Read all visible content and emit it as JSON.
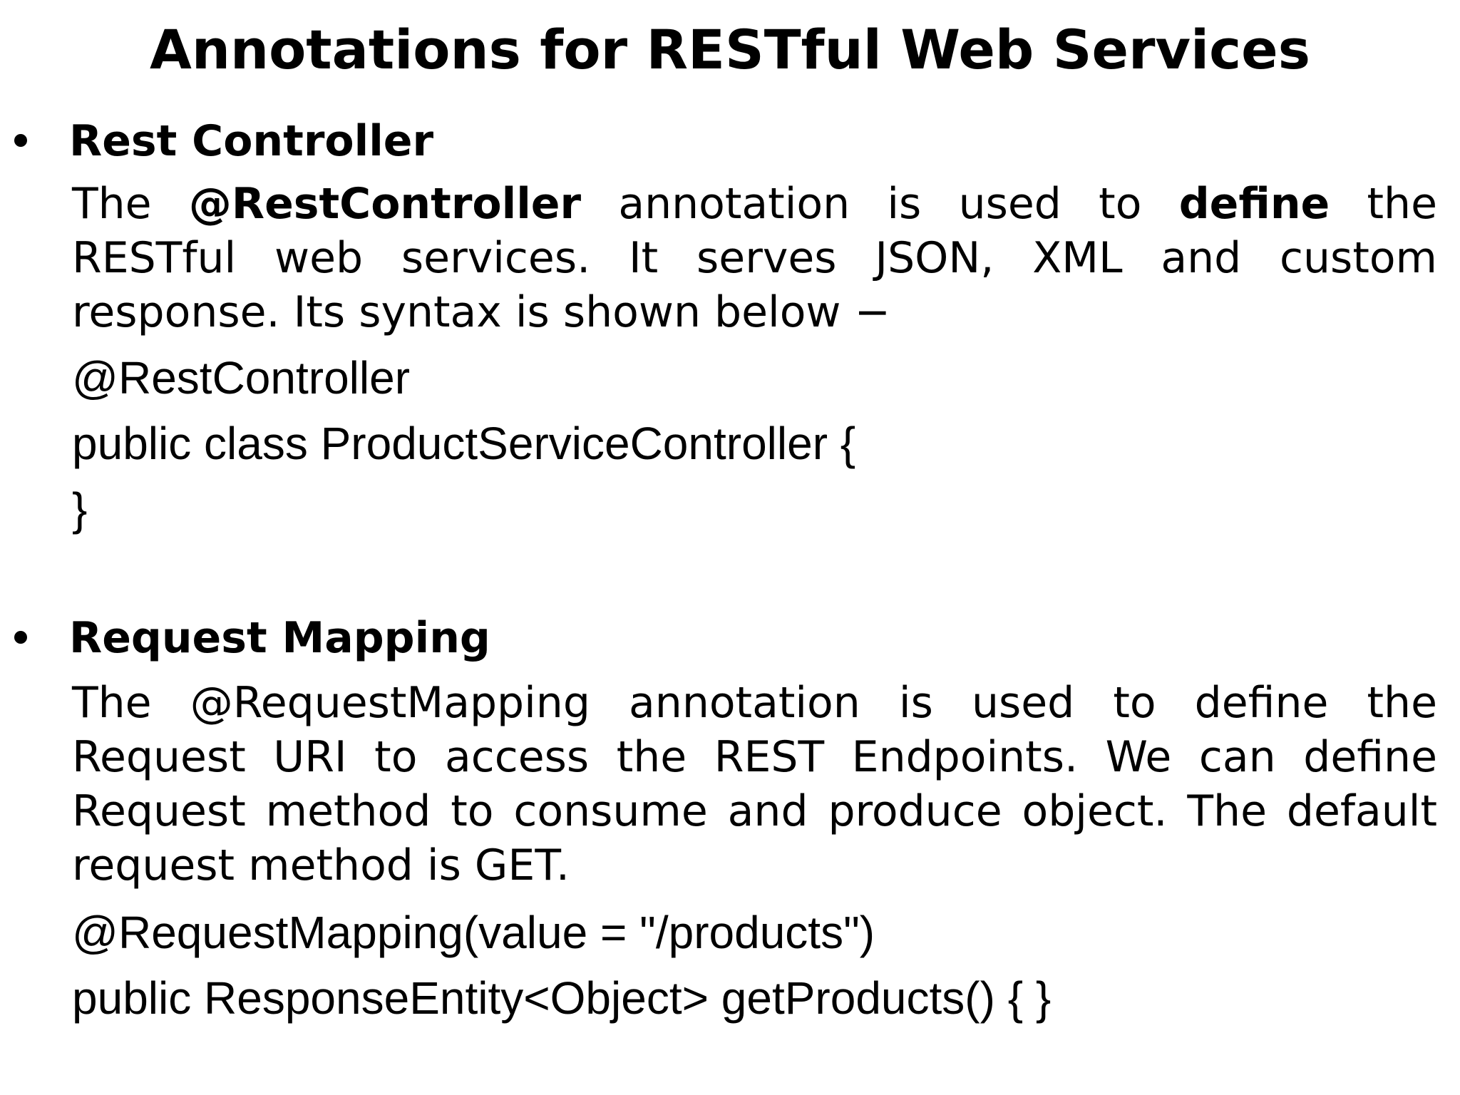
{
  "title": "Annotations for RESTful Web Services",
  "sections": [
    {
      "heading": "Rest Controller",
      "paragraph": {
        "t1": "The ",
        "b1": "@RestController",
        "t2": " annotation is used to ",
        "b2": "define",
        "t3": " the RESTful web services. It serves JSON, XML and custom response. Its syntax is shown below −"
      },
      "code": [
        "@RestController",
        "public class ProductServiceController {",
        "}"
      ]
    },
    {
      "heading": "Request Mapping",
      "paragraph": {
        "t1": "The @RequestMapping annotation is used to define the Request URI to access the REST Endpoints. We can define Request method to consume and produce object. The default request method is GET."
      },
      "code": [
        "@RequestMapping(value = \"/products\")",
        "public ResponseEntity<Object> getProducts() { }"
      ]
    }
  ]
}
